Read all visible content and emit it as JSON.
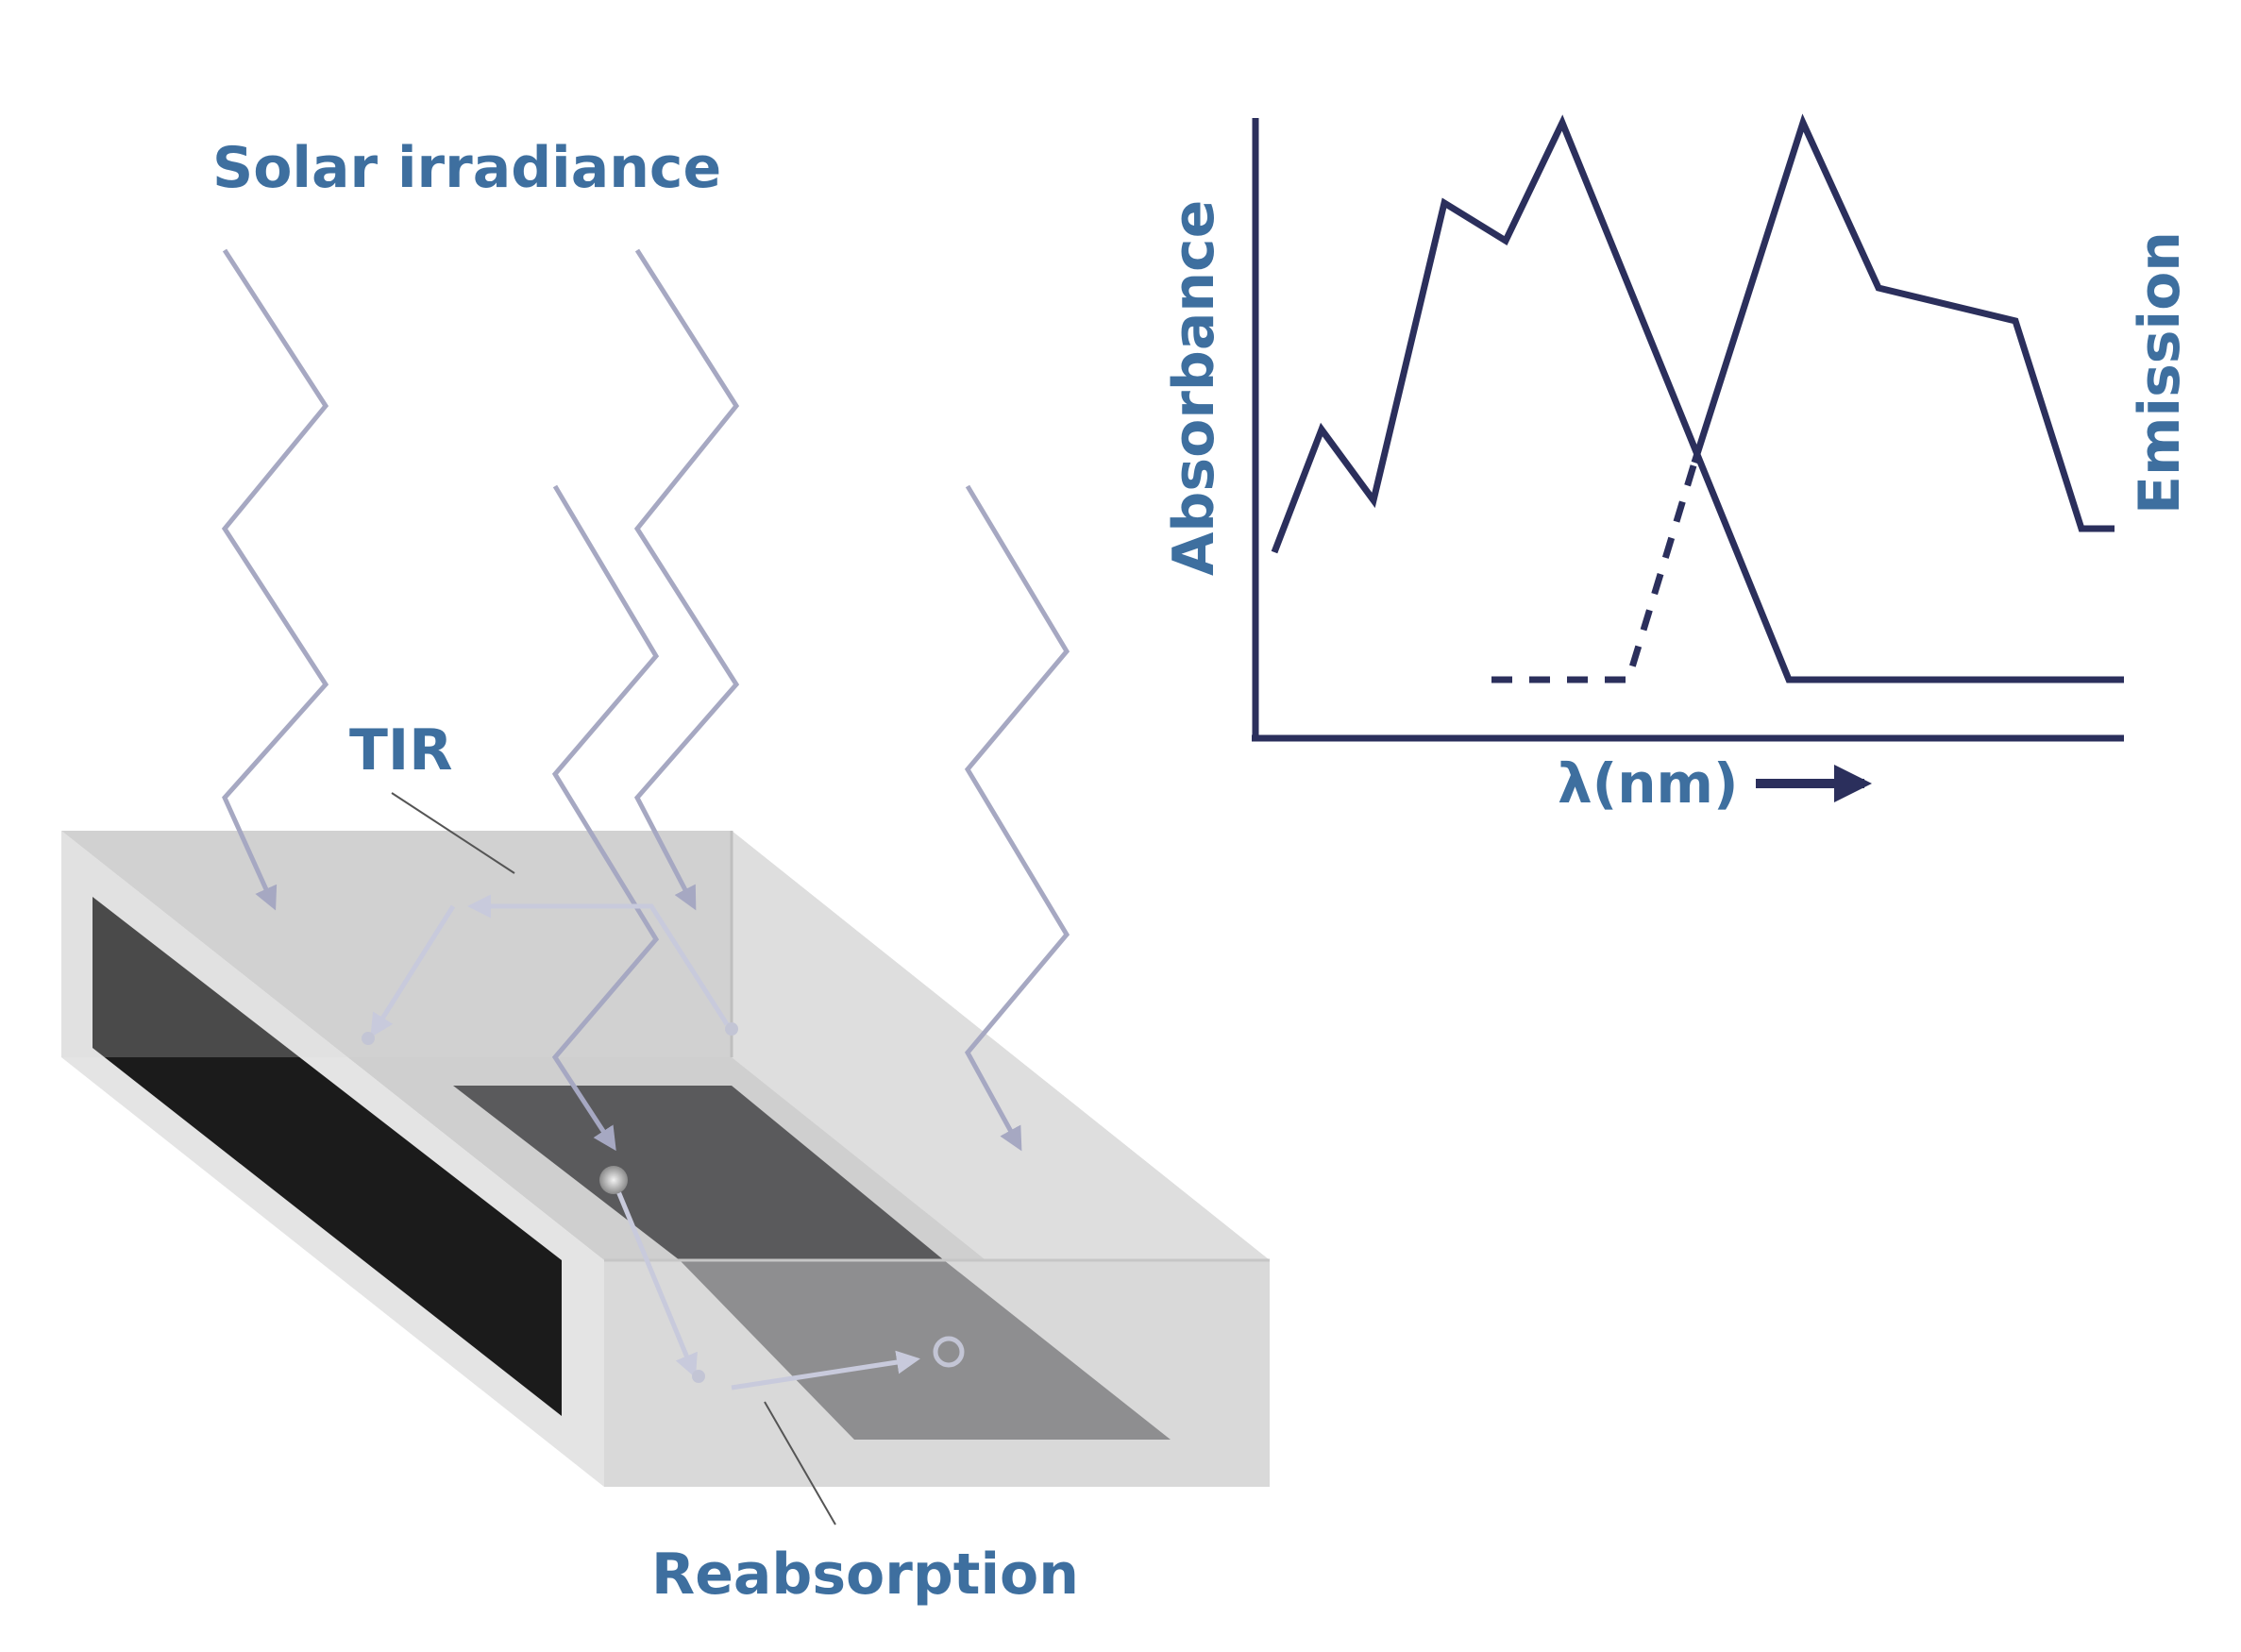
{
  "labels": {
    "solar_irradiance": "Solar irradiance",
    "tir": "TIR",
    "reabsorption": "Reabsorption"
  },
  "chart": {
    "ylabel_left": "Absorbance",
    "ylabel_right": "Emission",
    "xlabel": "λ(nm)"
  },
  "colors": {
    "label_blue": "#3e6f9f",
    "curve_navy": "#2b2f5c",
    "ray_grey": "#a6a8c2",
    "slab_light": "#dcdcdc",
    "slab_dark_face": "#1b1b1b"
  }
}
